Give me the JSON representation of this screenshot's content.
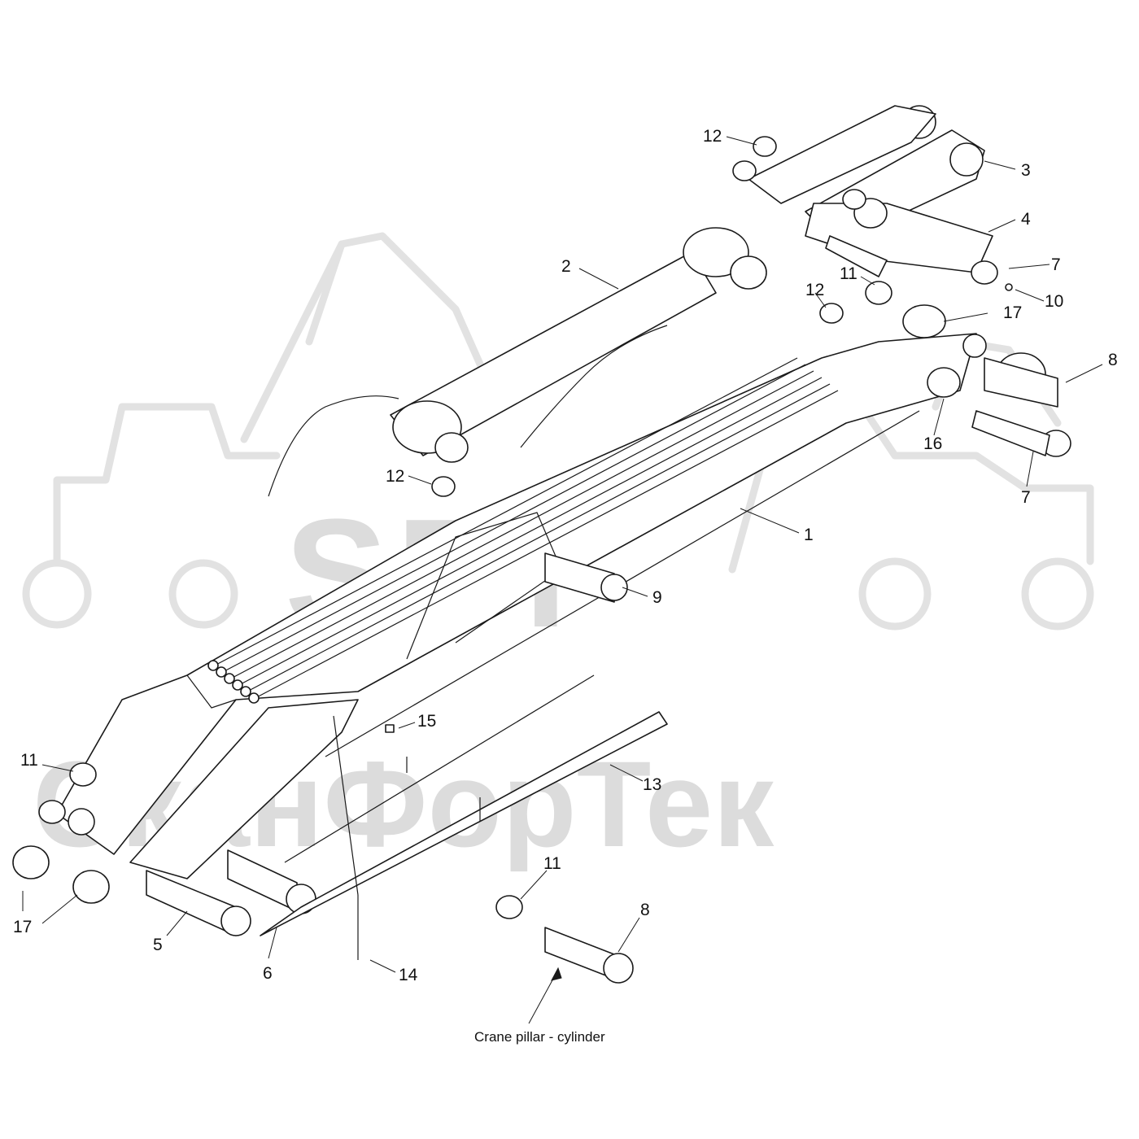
{
  "watermark": {
    "logo_text": "SFT",
    "brand_text": "СканФорТек"
  },
  "caption": {
    "text": "Crane pillar - cylinder"
  },
  "callouts": [
    {
      "id": "c1",
      "label": "1"
    },
    {
      "id": "c2",
      "label": "2"
    },
    {
      "id": "c3",
      "label": "3"
    },
    {
      "id": "c4",
      "label": "4"
    },
    {
      "id": "c5",
      "label": "5"
    },
    {
      "id": "c6",
      "label": "6"
    },
    {
      "id": "c7a",
      "label": "7"
    },
    {
      "id": "c7b",
      "label": "7"
    },
    {
      "id": "c8a",
      "label": "8"
    },
    {
      "id": "c8b",
      "label": "8"
    },
    {
      "id": "c9",
      "label": "9"
    },
    {
      "id": "c10",
      "label": "10"
    },
    {
      "id": "c11a",
      "label": "11"
    },
    {
      "id": "c11b",
      "label": "11"
    },
    {
      "id": "c11c",
      "label": "11"
    },
    {
      "id": "c12a",
      "label": "12"
    },
    {
      "id": "c12b",
      "label": "12"
    },
    {
      "id": "c12c",
      "label": "12"
    },
    {
      "id": "c13",
      "label": "13"
    },
    {
      "id": "c14",
      "label": "14"
    },
    {
      "id": "c15",
      "label": "15"
    },
    {
      "id": "c16",
      "label": "16"
    },
    {
      "id": "c17a",
      "label": "17"
    },
    {
      "id": "c17b",
      "label": "17"
    }
  ]
}
